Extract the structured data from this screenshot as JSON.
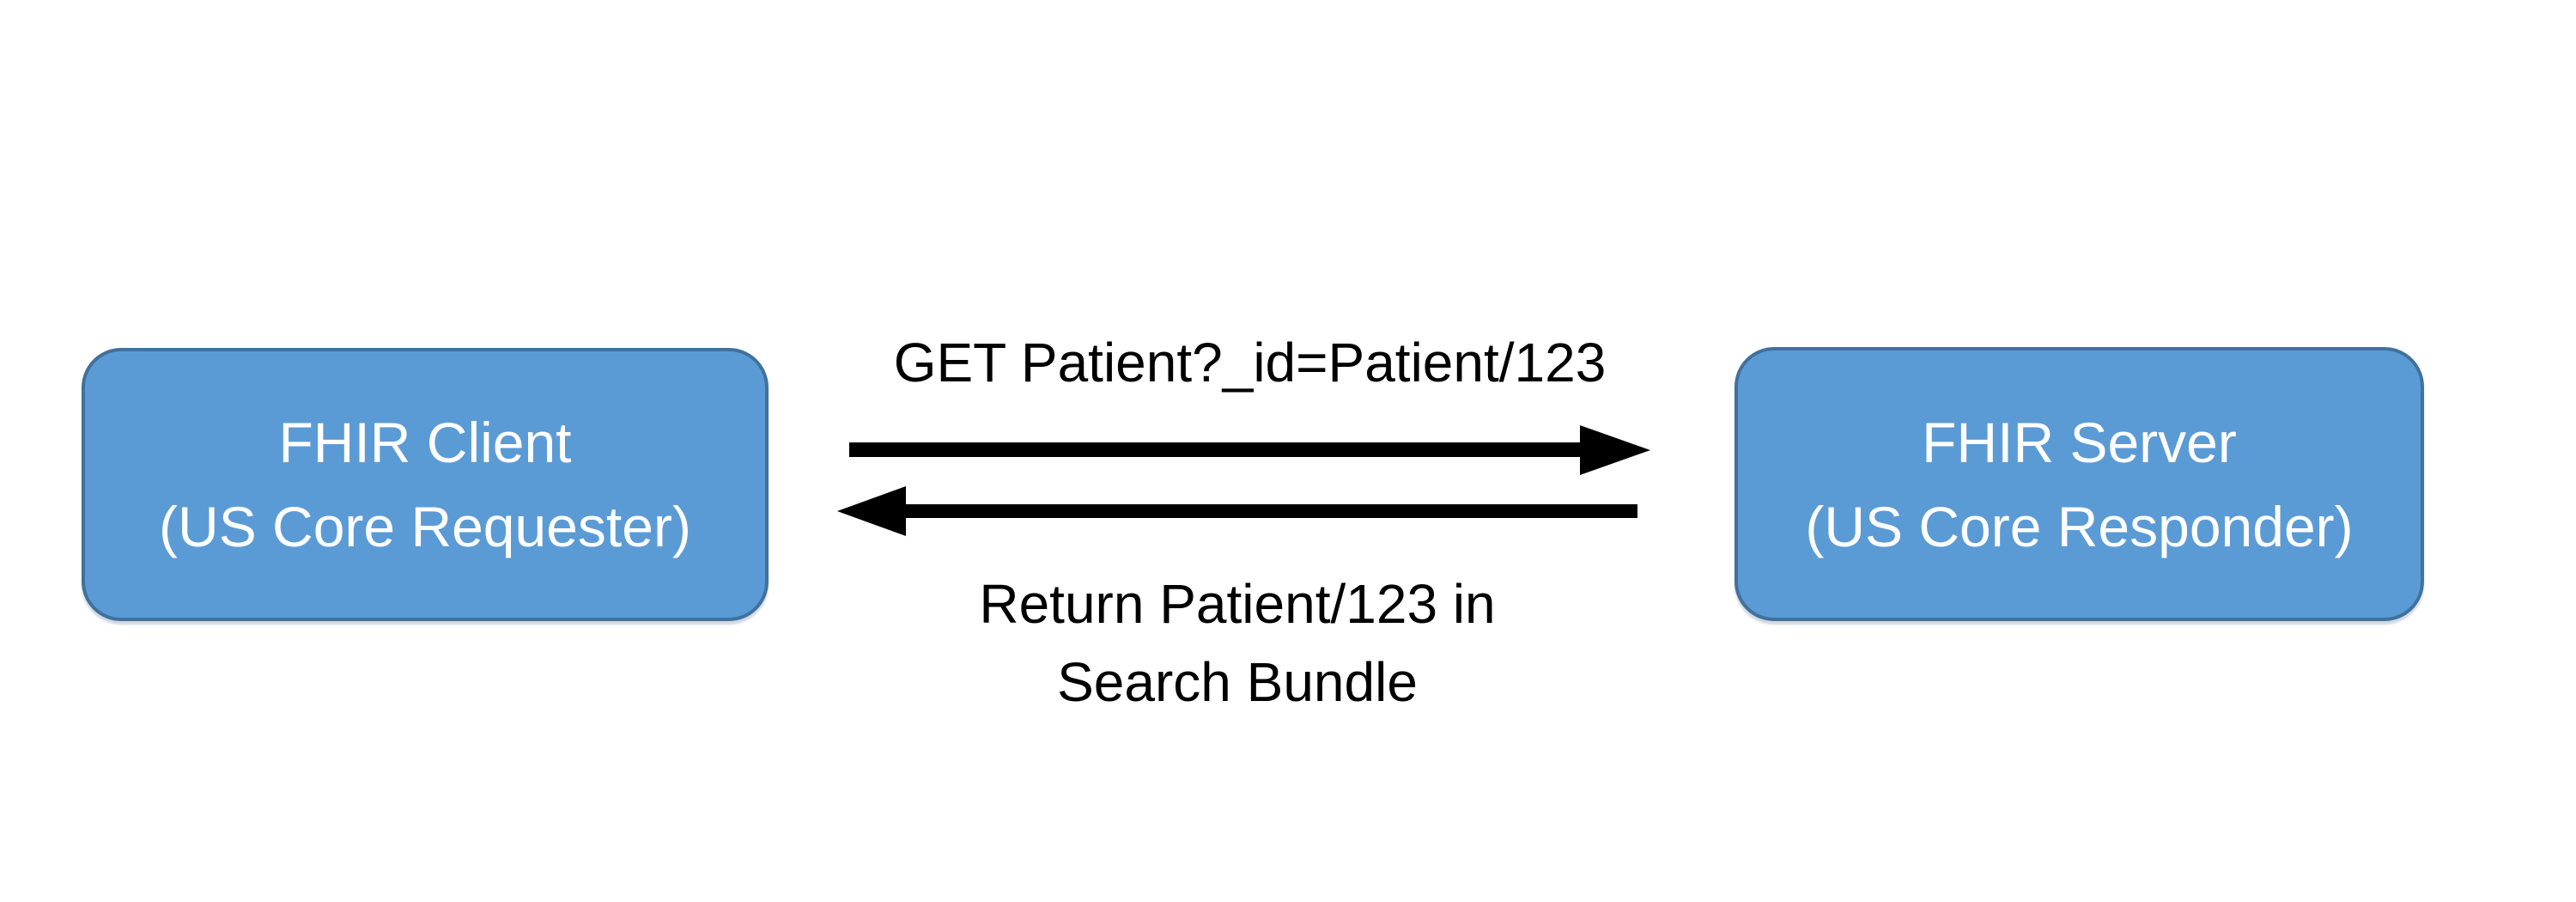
{
  "diagram": {
    "type": "sequence-flow",
    "colors": {
      "node_fill": "#5B9BD5",
      "node_border": "#41719C",
      "node_text": "#FFFFFF",
      "arrow": "#000000",
      "label": "#000000",
      "background": "#FFFFFF"
    },
    "nodes": {
      "client": {
        "line1": "FHIR Client",
        "line2": "(US Core Requester)"
      },
      "server": {
        "line1": "FHIR Server",
        "line2": "(US Core Responder)"
      }
    },
    "messages": {
      "request": {
        "label": "GET Patient?_id=Patient/123",
        "from": "client",
        "to": "server",
        "direction": "right"
      },
      "response": {
        "line1": "Return Patient/123 in",
        "line2": "Search Bundle",
        "from": "server",
        "to": "client",
        "direction": "left"
      }
    }
  }
}
